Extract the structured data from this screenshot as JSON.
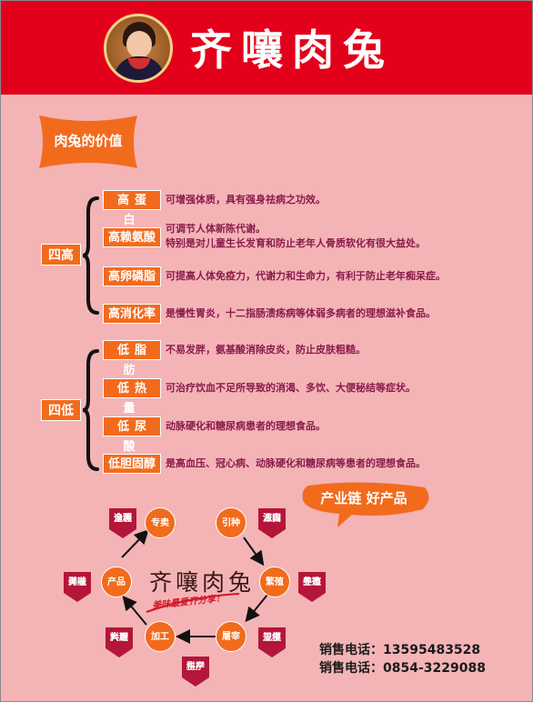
{
  "header": {
    "brand_title": "齐嚷肉兔",
    "bg_color": "#e3001b"
  },
  "value_section": {
    "title": "肉兔的价值",
    "accent_color": "#f26b1d"
  },
  "four_highs": {
    "label": "四高",
    "items": [
      {
        "tag": "高蛋白",
        "lines": [
          "可增强体质，具有强身祛病之功效。"
        ]
      },
      {
        "tag": "高赖氨酸",
        "lines": [
          "可调节人体新陈代谢。",
          "特别是对儿童生长发育和防止老年人骨质软化有很大益处。"
        ]
      },
      {
        "tag": "高卵磷脂",
        "lines": [
          "可提高人体免疫力，代谢力和生命力，有利于防止老年痴呆症。"
        ]
      },
      {
        "tag": "高消化率",
        "lines": [
          "是慢性胃炎，十二指肠溃疡病等体弱多病者的理想滋补食品。"
        ]
      }
    ]
  },
  "four_lows": {
    "label": "四低",
    "items": [
      {
        "tag": "低脂肪",
        "lines": [
          "不易发胖，氨基酸消除皮炎，防止皮肤粗糙。"
        ]
      },
      {
        "tag": "低热量",
        "lines": [
          "可治疗饮血不足所导致的消渴、多饮、大便秘结等症状。"
        ]
      },
      {
        "tag": "低尿酸",
        "lines": [
          "动脉硬化和糖尿病患者的理想食品。"
        ]
      },
      {
        "tag": "低胆固醇",
        "lines": [
          "是高血压、冠心病、动脉硬化和糖尿病等患者的理想食品。"
        ]
      }
    ]
  },
  "chain": {
    "banner": "产业链 好产品",
    "center_title": "齐嚷肉兔",
    "slogan": "美味最爱齐分享！",
    "nodes": {
      "zhuanmai": "专卖",
      "yinzhong": "引种",
      "fanzhi": "繁殖",
      "tuzai": "屠宰",
      "jiagong": "加工",
      "chanpin": "产品"
    },
    "tags": {
      "quancheng": [
        "全程",
        "追溯"
      ],
      "yuanzi": [
        "源自",
        "法国"
      ],
      "shengtai": [
        "生态",
        "养殖"
      ],
      "guimo": [
        "规模",
        "卫生"
      ],
      "kexue": [
        "科学",
        "生产"
      ],
      "dachu": [
        "大厨",
        "料理"
      ],
      "yangyi": [
        "洋溢",
        "美味"
      ]
    }
  },
  "contact": {
    "phone_label_1": "销售电话：",
    "phone_1": "13595483528",
    "phone_label_2": "销售电话：",
    "phone_2": "0854-3229088"
  }
}
